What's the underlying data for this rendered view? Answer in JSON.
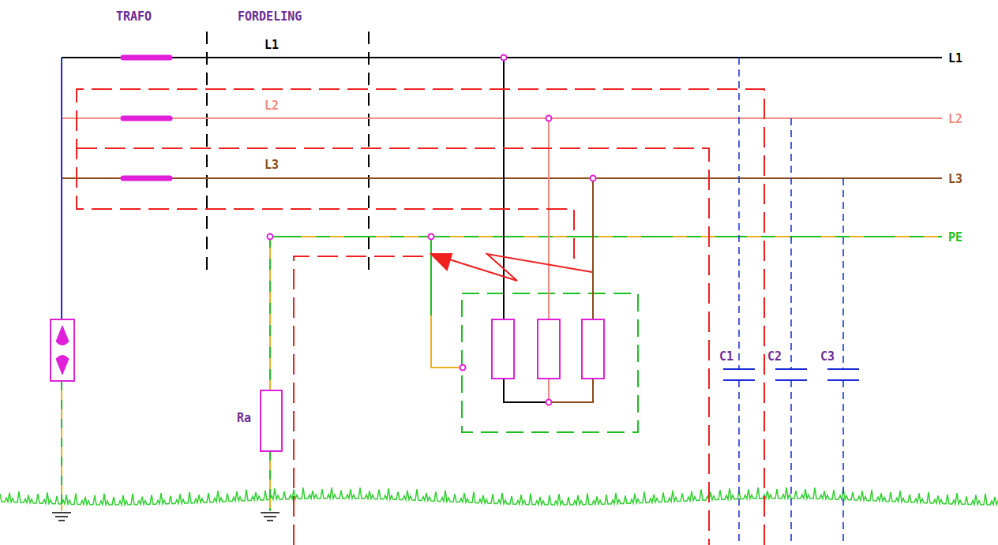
{
  "diagram": {
    "labels": [
      "TRAFO",
      "FORDELING",
      "L1",
      "L2",
      "L3",
      "L1",
      "L2",
      "L3",
      "PE",
      "Ra",
      "C1",
      "C2",
      "C3"
    ]
  }
}
